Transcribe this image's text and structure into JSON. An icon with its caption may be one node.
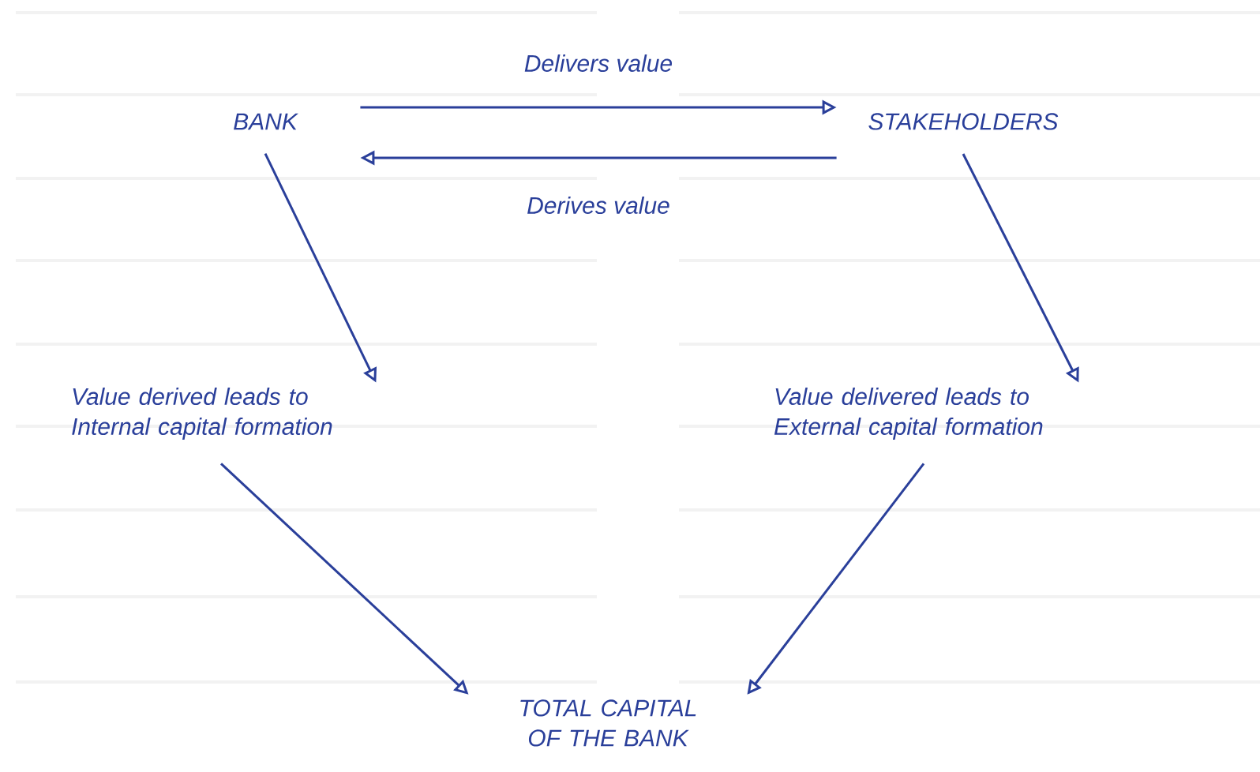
{
  "diagram": {
    "nodes": [
      {
        "text": [
          "BANK"
        ]
      },
      {
        "text": [
          "STAKEHOLDERS"
        ]
      },
      {
        "text": [
          "Value derived leads to Internal capital formation"
        ]
      },
      {
        "text": [
          "Value delivered leads to External capital formation"
        ]
      },
      {
        "text": [
          "TOTAL CAPITAL OF THE BANK"
        ]
      }
    ],
    "edges": [
      {
        "from": 0,
        "to": 1,
        "arrow": "to",
        "label": "Delivers value"
      },
      {
        "from": 1,
        "to": 0,
        "arrow": "to",
        "label": "Derives value"
      },
      {
        "from": 0,
        "to": 2,
        "arrow": "to"
      },
      {
        "from": 1,
        "to": 3,
        "arrow": "to"
      },
      {
        "from": 2,
        "to": 4,
        "arrow": "to"
      },
      {
        "from": 3,
        "to": 4,
        "arrow": "to"
      }
    ]
  }
}
